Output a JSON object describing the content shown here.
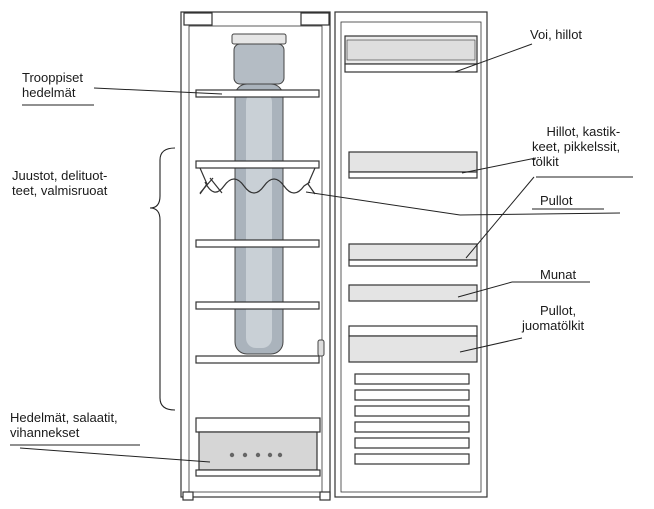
{
  "labels": {
    "trooppiset_l1": "Trooppiset",
    "trooppiset_l2": "hedelmät",
    "juustot_l1": "Juustot, delituot-",
    "juustot_l2": "teet, valmisruoat",
    "hedelmat_l1": "Hedelmät, salaatit,",
    "hedelmat_l2": "vihannekset",
    "voi": "Voi, hillot",
    "hillot_l1": "Hillot, kastik-",
    "hillot_l2": "keet, pikkelssit,",
    "hillot_l3": "tölkit",
    "pullot": "Pullot",
    "munat": "Munat",
    "pullot2_l1": "Pullot,",
    "pullot2_l2": "juomatölkit"
  }
}
